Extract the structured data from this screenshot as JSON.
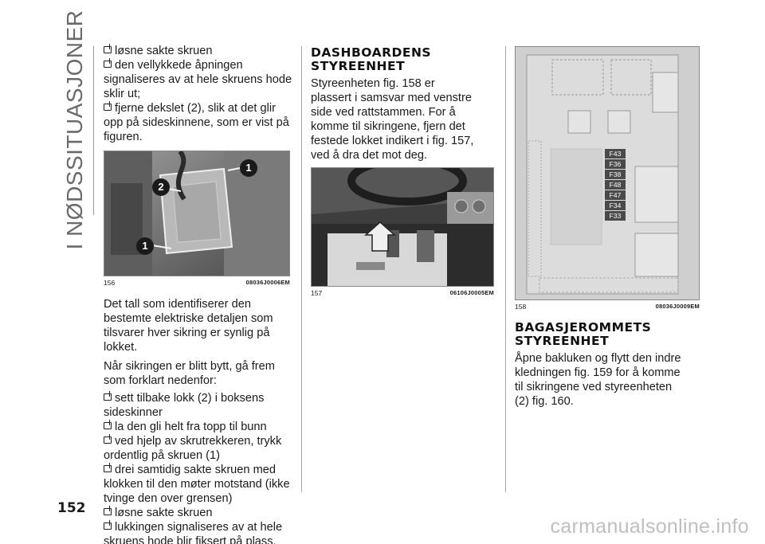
{
  "sidebar": {
    "title": "I NØDSSITUASJONER"
  },
  "page_number": "152",
  "watermark": "carmanualsonline.info",
  "col1": {
    "bullets_top": [
      "løsne sakte skruen",
      "den vellykkede åpningen signaliseres av at hele skruens hode sklir ut;",
      "fjerne dekslet (2), slik at det glir opp på sideskinnene, som er vist på figuren."
    ],
    "figure": {
      "number": "156",
      "code": "08036J0006EM",
      "callouts": [
        "1",
        "2",
        "1"
      ]
    },
    "para1": "Det tall som identifiserer den bestemte elektriske detaljen som tilsvarer hver sikring er synlig på lokket.",
    "para2": "Når sikringen er blitt bytt, gå frem som forklart nedenfor:",
    "bullets_bottom": [
      "sett tilbake lokk (2) i boksens sideskinner",
      "la den gli helt fra topp til bunn",
      "ved hjelp av skrutrekkeren, trykk ordentlig på skruen (1)",
      "drei samtidig sakte skruen med klokken til den møter motstand (ikke tvinge den over grensen)",
      "løsne sakte skruen",
      "lukkingen signaliseres av at hele skruens hode blir fiksert på plass."
    ]
  },
  "col2": {
    "heading": "DASHBOARDENS STYREENHET",
    "para": "Styreenheten fig. 158 er plassert i samsvar med venstre side ved rattstammen. For å komme til sikringene, fjern det festede lokket indikert i fig. 157, ved å dra det mot deg.",
    "figure": {
      "number": "157",
      "code": "06106J0005EM"
    }
  },
  "col3": {
    "figure": {
      "number": "158",
      "code": "08036J0009EM",
      "fuse_labels": [
        "F43",
        "F36",
        "F38",
        "F48",
        "F47",
        "F34",
        "F33"
      ]
    },
    "heading": "BAGASJEROMMETS STYREENHET",
    "para": "Åpne bakluken og flytt den indre kledningen fig. 159 for å komme til sikringene ved styreenheten (2) fig. 160."
  }
}
